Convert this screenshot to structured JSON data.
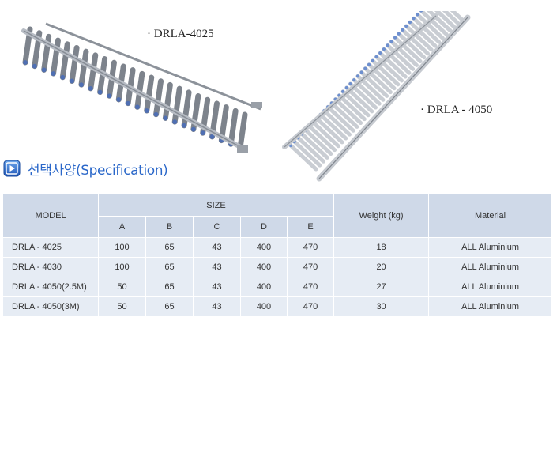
{
  "products": [
    {
      "caption": "· DRLA-4025"
    },
    {
      "caption": "· DRLA - 4050"
    }
  ],
  "section": {
    "title": "선택사양(Specification)",
    "icon": "play-arrow-icon",
    "accent_color": "#2a67c9"
  },
  "table": {
    "headers": {
      "model": "MODEL",
      "size": "SIZE",
      "size_columns": [
        "A",
        "B",
        "C",
        "D",
        "E"
      ],
      "weight": "Weight (kg)",
      "material": "Material"
    },
    "rows": [
      {
        "model": "DRLA - 4025",
        "a": "100",
        "b": "65",
        "c": "43",
        "d": "400",
        "e": "470",
        "weight": "18",
        "material": "ALL Aluminium"
      },
      {
        "model": "DRLA - 4030",
        "a": "100",
        "b": "65",
        "c": "43",
        "d": "400",
        "e": "470",
        "weight": "20",
        "material": "ALL Aluminium"
      },
      {
        "model": "DRLA - 4050(2.5M)",
        "a": "50",
        "b": "65",
        "c": "43",
        "d": "400",
        "e": "470",
        "weight": "27",
        "material": "ALL Aluminium"
      },
      {
        "model": "DRLA - 4050(3M)",
        "a": "50",
        "b": "65",
        "c": "43",
        "d": "400",
        "e": "470",
        "weight": "30",
        "material": "ALL Aluminium"
      }
    ],
    "header_color": "#cfd9e8",
    "row_color": "#e6ecf4"
  }
}
